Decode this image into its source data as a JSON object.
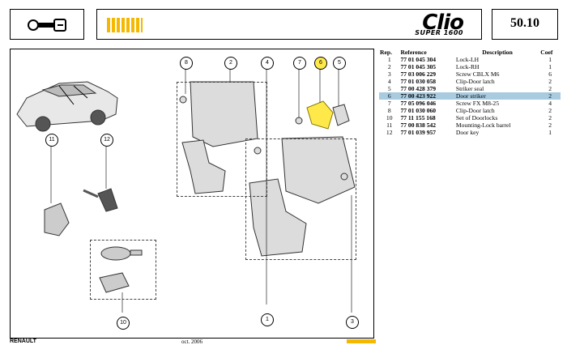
{
  "header": {
    "logo_text": "Clio",
    "logo_sub": "SUPER 1600",
    "section_code": "50.10",
    "brand_color": "#f5b800",
    "icon": "key-lock-icon"
  },
  "diagram": {
    "callouts": [
      "1",
      "2",
      "3",
      "4",
      "5",
      "6",
      "7",
      "8",
      "10",
      "11",
      "12"
    ],
    "highlighted": "6",
    "highlight_color": "#ffe94a"
  },
  "parts_table": {
    "headers": [
      "Rep.",
      "Reference",
      "Description",
      "Coef"
    ],
    "selected_row": 5,
    "selected_color": "#a9cbe0",
    "rows": [
      {
        "rep": "1",
        "ref": "77 01 045 304",
        "desc": "Lock-LH",
        "coef": "1"
      },
      {
        "rep": "2",
        "ref": "77 01 045 305",
        "desc": "Lock-RH",
        "coef": "1"
      },
      {
        "rep": "3",
        "ref": "77 03 006 229",
        "desc": "Screw CBLX M6",
        "coef": "6"
      },
      {
        "rep": "4",
        "ref": "77 01 030 058",
        "desc": "Clip-Door latch",
        "coef": "2"
      },
      {
        "rep": "5",
        "ref": "77 00 428 379",
        "desc": "Striker seal",
        "coef": "2"
      },
      {
        "rep": "6",
        "ref": "77 00 423 922",
        "desc": "Door striker",
        "coef": "2"
      },
      {
        "rep": "7",
        "ref": "77 05 096 046",
        "desc": "Screw FX M8-25",
        "coef": "4"
      },
      {
        "rep": "8",
        "ref": "77 01 030 060",
        "desc": "Clip-Door latch",
        "coef": "2"
      },
      {
        "rep": "10",
        "ref": "77 11 155 168",
        "desc": "Set of Doorlocks",
        "coef": "2"
      },
      {
        "rep": "11",
        "ref": "77 00 838 542",
        "desc": "Mounting-Lock barrel",
        "coef": "2"
      },
      {
        "rep": "12",
        "ref": "77 01 039 957",
        "desc": "Door key",
        "coef": "1"
      }
    ]
  },
  "footer": {
    "brand": "RENAULT",
    "date": "oct. 2006"
  }
}
